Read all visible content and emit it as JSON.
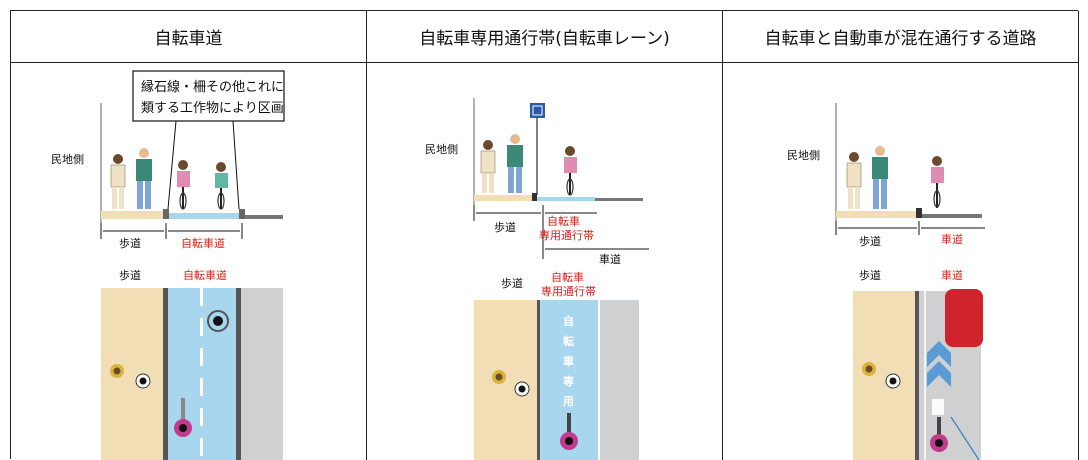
{
  "columns": [
    {
      "title": "自転車道",
      "side_label": "民地側",
      "callout_line1": "縁石線・柵その他これに",
      "callout_line2": "類する工作物により区画",
      "section_labels": {
        "sidewalk": "歩道",
        "bike": "自転車道"
      },
      "plan_labels": {
        "sidewalk": "歩道",
        "bike": "自転車道"
      }
    },
    {
      "title": "自転車専用通行帯(自転車レーン)",
      "side_label": "民地側",
      "section_labels": {
        "sidewalk": "歩道",
        "bike_line1": "自転車",
        "bike_line2": "専用通行帯",
        "road": "車道"
      },
      "plan_labels": {
        "sidewalk": "歩道",
        "bike_line1": "自転車",
        "bike_line2": "専用通行帯"
      },
      "lane_marking": [
        "自",
        "転",
        "車",
        "専",
        "用"
      ]
    },
    {
      "title": "自転車と自動車が混在通行する道路",
      "side_label": "民地側",
      "section_labels": {
        "sidewalk": "歩道",
        "road": "車道"
      },
      "plan_labels": {
        "sidewalk": "歩道",
        "road": "車道"
      }
    }
  ],
  "colors": {
    "sidewalk": "#f2deb4",
    "bike_lane": "#a9d6ef",
    "roadway": "#cfd0d2",
    "accent_red": "#d6241e",
    "arrow": "#5b9bd5"
  }
}
